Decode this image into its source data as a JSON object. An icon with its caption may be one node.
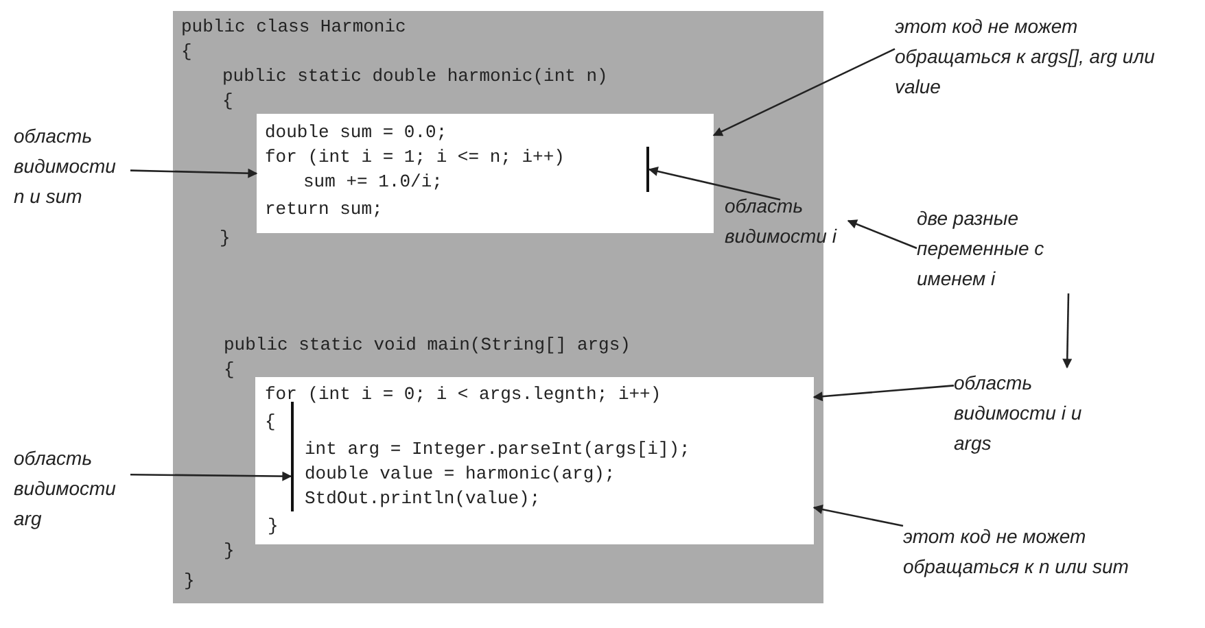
{
  "diagram": {
    "nodes": [
      {
        "text": [
          "public class Harmonic",
          "{",
          "public static double harmonic(int n)",
          "{",
          "}",
          "public static void main(String[] args)",
          "{",
          "}",
          "}"
        ]
      },
      {
        "text": [
          "double sum = 0.0;",
          "for (int i = 1; i <= n; i++)",
          "sum += 1.0/i;",
          "return sum;"
        ],
        "in": 0
      },
      {
        "text": [],
        "shape": "bar",
        "in": 1
      },
      {
        "text": [
          "for (int i = 0; i < args.legnth; i++)",
          "{",
          "int arg = Integer.parseInt(args[i]);",
          "double value = harmonic(arg);",
          "StdOut.println(value);",
          "}"
        ],
        "in": 0
      },
      {
        "text": [],
        "shape": "bar",
        "in": 3
      },
      {
        "text": [
          "этот код не может обращаться к args[], arg или value"
        ]
      },
      {
        "text": [
          "область видимости n и sum"
        ]
      },
      {
        "text": [
          "область видимости i"
        ]
      },
      {
        "text": [
          "две разные переменные с именем i"
        ]
      },
      {
        "text": [
          "область видимости i и args"
        ]
      },
      {
        "text": [
          "область видимости arg"
        ]
      },
      {
        "text": [
          "этот код не может обращаться к n или sum"
        ]
      }
    ],
    "edges": [
      {
        "from": 5,
        "to": 1,
        "arrow": "to"
      },
      {
        "from": 6,
        "to": 1,
        "arrow": "to"
      },
      {
        "from": 7,
        "to": 2,
        "arrow": "to"
      },
      {
        "from": 8,
        "to": 7,
        "arrow": "to"
      },
      {
        "from": 8,
        "to": 9,
        "arrow": "to"
      },
      {
        "from": 9,
        "to": 3,
        "arrow": "to"
      },
      {
        "from": 10,
        "to": 4,
        "arrow": "to"
      },
      {
        "from": 11,
        "to": 3,
        "arrow": "to"
      }
    ]
  }
}
